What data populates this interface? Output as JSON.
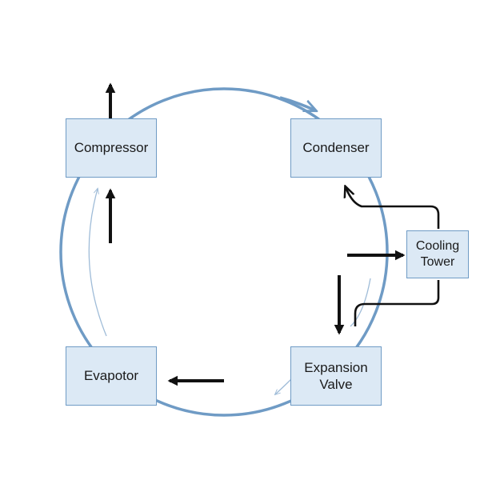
{
  "colors": {
    "box_fill": "#dce9f5",
    "box_border": "#6f9bc5",
    "loop": "#6f9bc5",
    "arrow": "#111111"
  },
  "nodes": {
    "compressor": "Compressor",
    "condenser": "Condenser",
    "evaporator": "Evapotor",
    "expansion_valve": "Expansion\nValve",
    "cooling_tower": "Cooling\nTower"
  }
}
